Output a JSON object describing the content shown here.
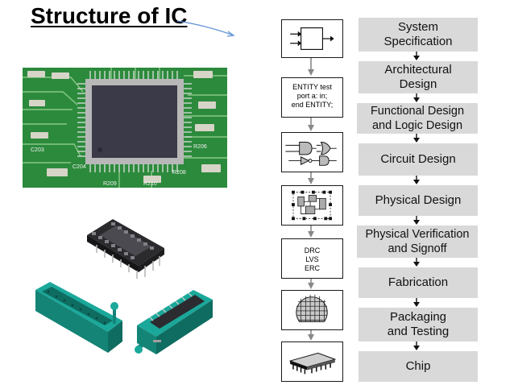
{
  "title": "Structure of IC",
  "icon_texts": {
    "entity": "ENTITY test\nport a: in;\nend ENTITY;",
    "verification": "DRC\nLVS\nERC"
  },
  "photos": {
    "pcb_labels": [
      "C204",
      "R208",
      "R209",
      "R210",
      "C203",
      "R206"
    ]
  },
  "flow_steps": [
    "System\nSpecification",
    "Architectural\nDesign",
    "Functional Design\nand Logic Design",
    "Circuit Design",
    "Physical Design",
    "Physical Verification\nand Signoff",
    "Fabrication",
    "Packaging\nand Testing",
    "Chip"
  ],
  "colors": {
    "step_fill": "#d9d9d9",
    "pcb_green": "#2c8a3c",
    "socket_teal": "#1aa89a",
    "chip_body": "#3a3a48"
  }
}
